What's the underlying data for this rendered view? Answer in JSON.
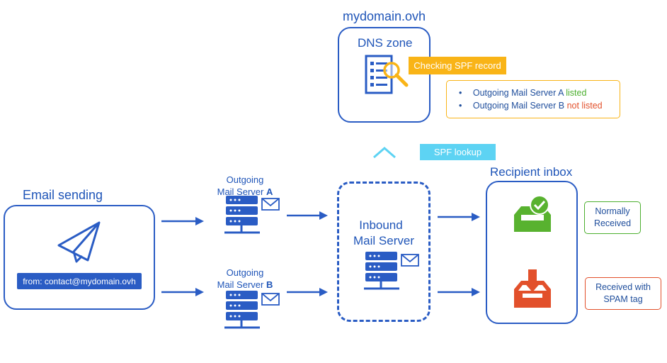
{
  "dns": {
    "domain": "mydomain.ovh",
    "zone_title": "DNS zone",
    "check_label": "Checking SPF record",
    "results": [
      {
        "server": "Outgoing Mail Server A",
        "status": "listed",
        "status_color": "#4caf2f"
      },
      {
        "server": "Outgoing Mail Server B",
        "status": "not listed",
        "status_color": "#e2502b"
      }
    ]
  },
  "spf_lookup_label": "SPF lookup",
  "sending": {
    "title": "Email sending",
    "from_label": "from: contact@mydomain.ovh"
  },
  "servers": {
    "a": {
      "line1": "Outgoing",
      "line2": "Mail Server",
      "letter": "A"
    },
    "b": {
      "line1": "Outgoing",
      "line2": "Mail Server",
      "letter": "B"
    }
  },
  "inbound": {
    "line1": "Inbound",
    "line2": "Mail Server"
  },
  "inbox": {
    "title": "Recipient inbox",
    "normal": {
      "line1": "Normally",
      "line2": "Received",
      "color": "#4caf2f"
    },
    "spam": {
      "line1": "Received with",
      "line2": "SPAM tag",
      "color": "#e2502b"
    }
  },
  "colors": {
    "accent_blue": "#2a5cc4",
    "orange": "#f9b417",
    "cyan": "#5dd3f3",
    "green": "#58b22f",
    "red": "#e2502b"
  }
}
